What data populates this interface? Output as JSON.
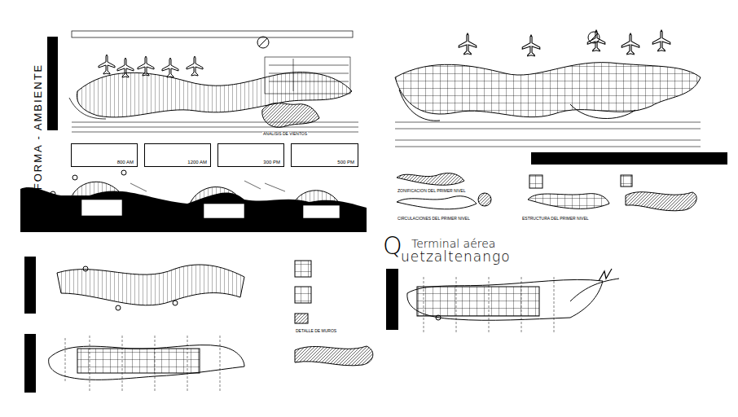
{
  "diagram": {
    "nodes": [
      {
        "text": [
          "800 AM"
        ]
      },
      {
        "text": [
          "1200 AM"
        ]
      },
      {
        "text": [
          "300 PM"
        ]
      },
      {
        "text": [
          "500 PM"
        ]
      }
    ],
    "labels": [
      "FORMA - AMBIENTE",
      "Q",
      "Terminal aérea",
      "uetzaltenango",
      "ANALISIS DE VIENTOS",
      "ZONIFICACION DEL PRIMER NIVEL",
      "CIRCULACIONES DEL PRIMER NIVEL",
      "ESTRUCTURA DEL PRIMER NIVEL",
      "DETALLE DE MUROS"
    ]
  }
}
